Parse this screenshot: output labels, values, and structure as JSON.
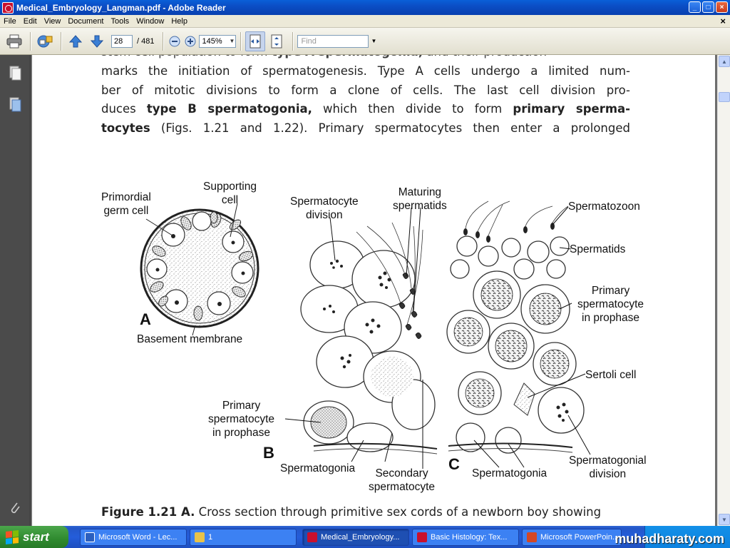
{
  "window": {
    "title": "Medical_Embryology_Langman.pdf - Adobe Reader",
    "buttons": {
      "minimize": "_",
      "maximize": "□",
      "close": "×"
    }
  },
  "menu": [
    "File",
    "Edit",
    "View",
    "Document",
    "Tools",
    "Window",
    "Help"
  ],
  "toolbar": {
    "page_current": "28",
    "page_total": "/ 481",
    "zoom": "145%",
    "find_placeholder": "Find"
  },
  "document": {
    "text_lines": [
      {
        "segments": [
          {
            "t": "marks the initiation of spermatogenesis. Type A cells undergo a limited num-",
            "b": false
          }
        ]
      },
      {
        "segments": [
          {
            "t": "ber of mitotic divisions to form a clone of cells. The last cell division pro-",
            "b": false
          }
        ]
      },
      {
        "segments": [
          {
            "t": "duces ",
            "b": false
          },
          {
            "t": "type B spermatogonia,",
            "b": true
          },
          {
            "t": " which then divide to form ",
            "b": false
          },
          {
            "t": "primary sperma-",
            "b": true
          }
        ]
      },
      {
        "segments": [
          {
            "t": "tocytes",
            "b": true
          },
          {
            "t": " (Figs. 1.21 and 1.22). Primary spermatocytes then enter a prolonged",
            "b": false
          }
        ]
      }
    ],
    "figure_labels": {
      "primordial_germ_cell": "Primordial\ngerm cell",
      "supporting_cell": "Supporting\ncell",
      "basement_membrane": "Basement membrane",
      "spermatocyte_division": "Spermatocyte\ndivision",
      "maturing_spermatids": "Maturing\nspermatids",
      "spermatozoon": "Spermatozoon",
      "spermatids": "Spermatids",
      "primary_spermatocyte_prophase_c": "Primary\nspermatocyte\nin prophase",
      "sertoli_cell": "Sertoli cell",
      "primary_spermatocyte_prophase_b": "Primary\nspermatocyte\nin prophase",
      "spermatogonia_b": "Spermatogonia",
      "secondary_spermatocyte": "Secondary\nspermatocyte",
      "spermatogonia_c": "Spermatogonia",
      "spermatogonial_division": "Spermatogonial\ndivision",
      "panel_a": "A",
      "panel_b": "B",
      "panel_c": "C"
    },
    "caption": {
      "bold": "Figure 1.21 A.",
      "text": " Cross section through primitive sex cords of a newborn boy showing"
    }
  },
  "taskbar": {
    "start": "start",
    "tasks": [
      {
        "label": "Microsoft Word - Lec...",
        "color": "#2b5fbf"
      },
      {
        "label": "1",
        "color": "#e8c34a"
      },
      {
        "label": "Medical_Embryology...",
        "color": "#c8102e"
      },
      {
        "label": "Basic Histology: Tex...",
        "color": "#c8102e"
      },
      {
        "label": "Microsoft PowerPoin...",
        "color": "#d24726"
      }
    ],
    "watermark": "muhadharaty.com"
  }
}
